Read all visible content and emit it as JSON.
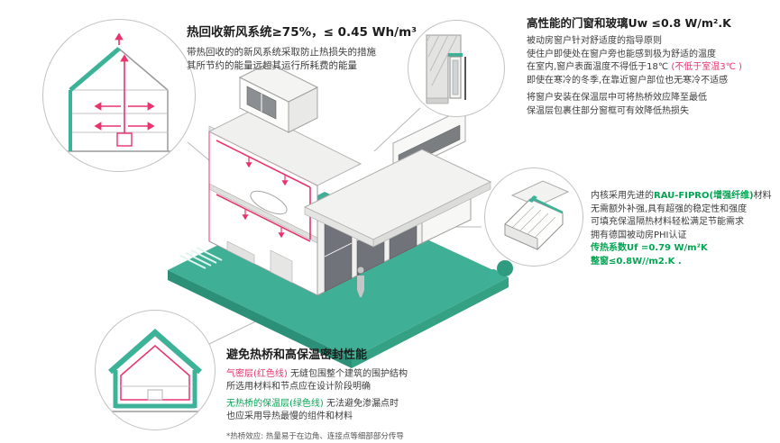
{
  "colors": {
    "teal_illustration": "#3cb398",
    "teal_dark": "#2c8f77",
    "green_text": "#00a651",
    "red_accent": "#e8336d",
    "line_gray": "#b8b8b8"
  },
  "heat_recovery": {
    "title": "热回收新风系统≥75%，≤ 0.45 Wh/m³",
    "desc": [
      "带热回收的的新风系统采取防止热损失的措施",
      "其所节约的能量远超其运行所耗费的能量"
    ]
  },
  "windows": {
    "title": "高性能的门窗和玻璃Uw ≤0.8 W/m².K",
    "line1": "被动房窗户针对舒适度的指导原则",
    "line2": "使住户即使处在窗户旁也能感到极为舒适的温度",
    "line3_black": "在室内,窗户表面温度不得低于18℃ ",
    "line3_red": "(不低于室温3℃ )",
    "line4": "即使在寒冷的冬季,在靠近窗户部位也无寒冷不适感",
    "line5": "将窗户安装在保温层中可将热桥效应降至最低",
    "line6": "保温层包裹住部分窗框可有效降低热损失"
  },
  "profile": {
    "line1_a": "内核采用先进的",
    "line1_green": "RAU-FIPRO(增强纤维)",
    "line1_b": "材料",
    "line2": "无需额外补强,具有超强的稳定性和强度",
    "line3": "可填充保温隔热材料轻松满足节能需求",
    "line4": "拥有德国被动房PHI认证",
    "line5_green": "传热系数Uf =0.79 W/m²K",
    "line6_green": "整窗≤0.8W//m2.K ."
  },
  "thermal": {
    "title": "避免热桥和高保温密封性能",
    "p1_lead": "气密层(红色线)",
    "p1_rest": " 无缝包围整个建筑的围护结构",
    "p1_line2": "所选用材料和节点应在设计阶段明确",
    "p2_lead": "无热桥的保温层(绿色线)",
    "p2_rest": " 无法避免渗漏点时",
    "p2_line2": "也应采用导热最慢的组件和材料",
    "footnote": "*热桥效应: 热量易于在边角、连接点等细部部分传导"
  },
  "icons": {
    "circle1": "house-section-ventilation-icon",
    "circle2": "window-installation-detail-icon",
    "circle3": "window-profile-cross-section-icon",
    "circle4": "house-section-insulation-icon",
    "center": "isometric-passive-house-illustration"
  }
}
